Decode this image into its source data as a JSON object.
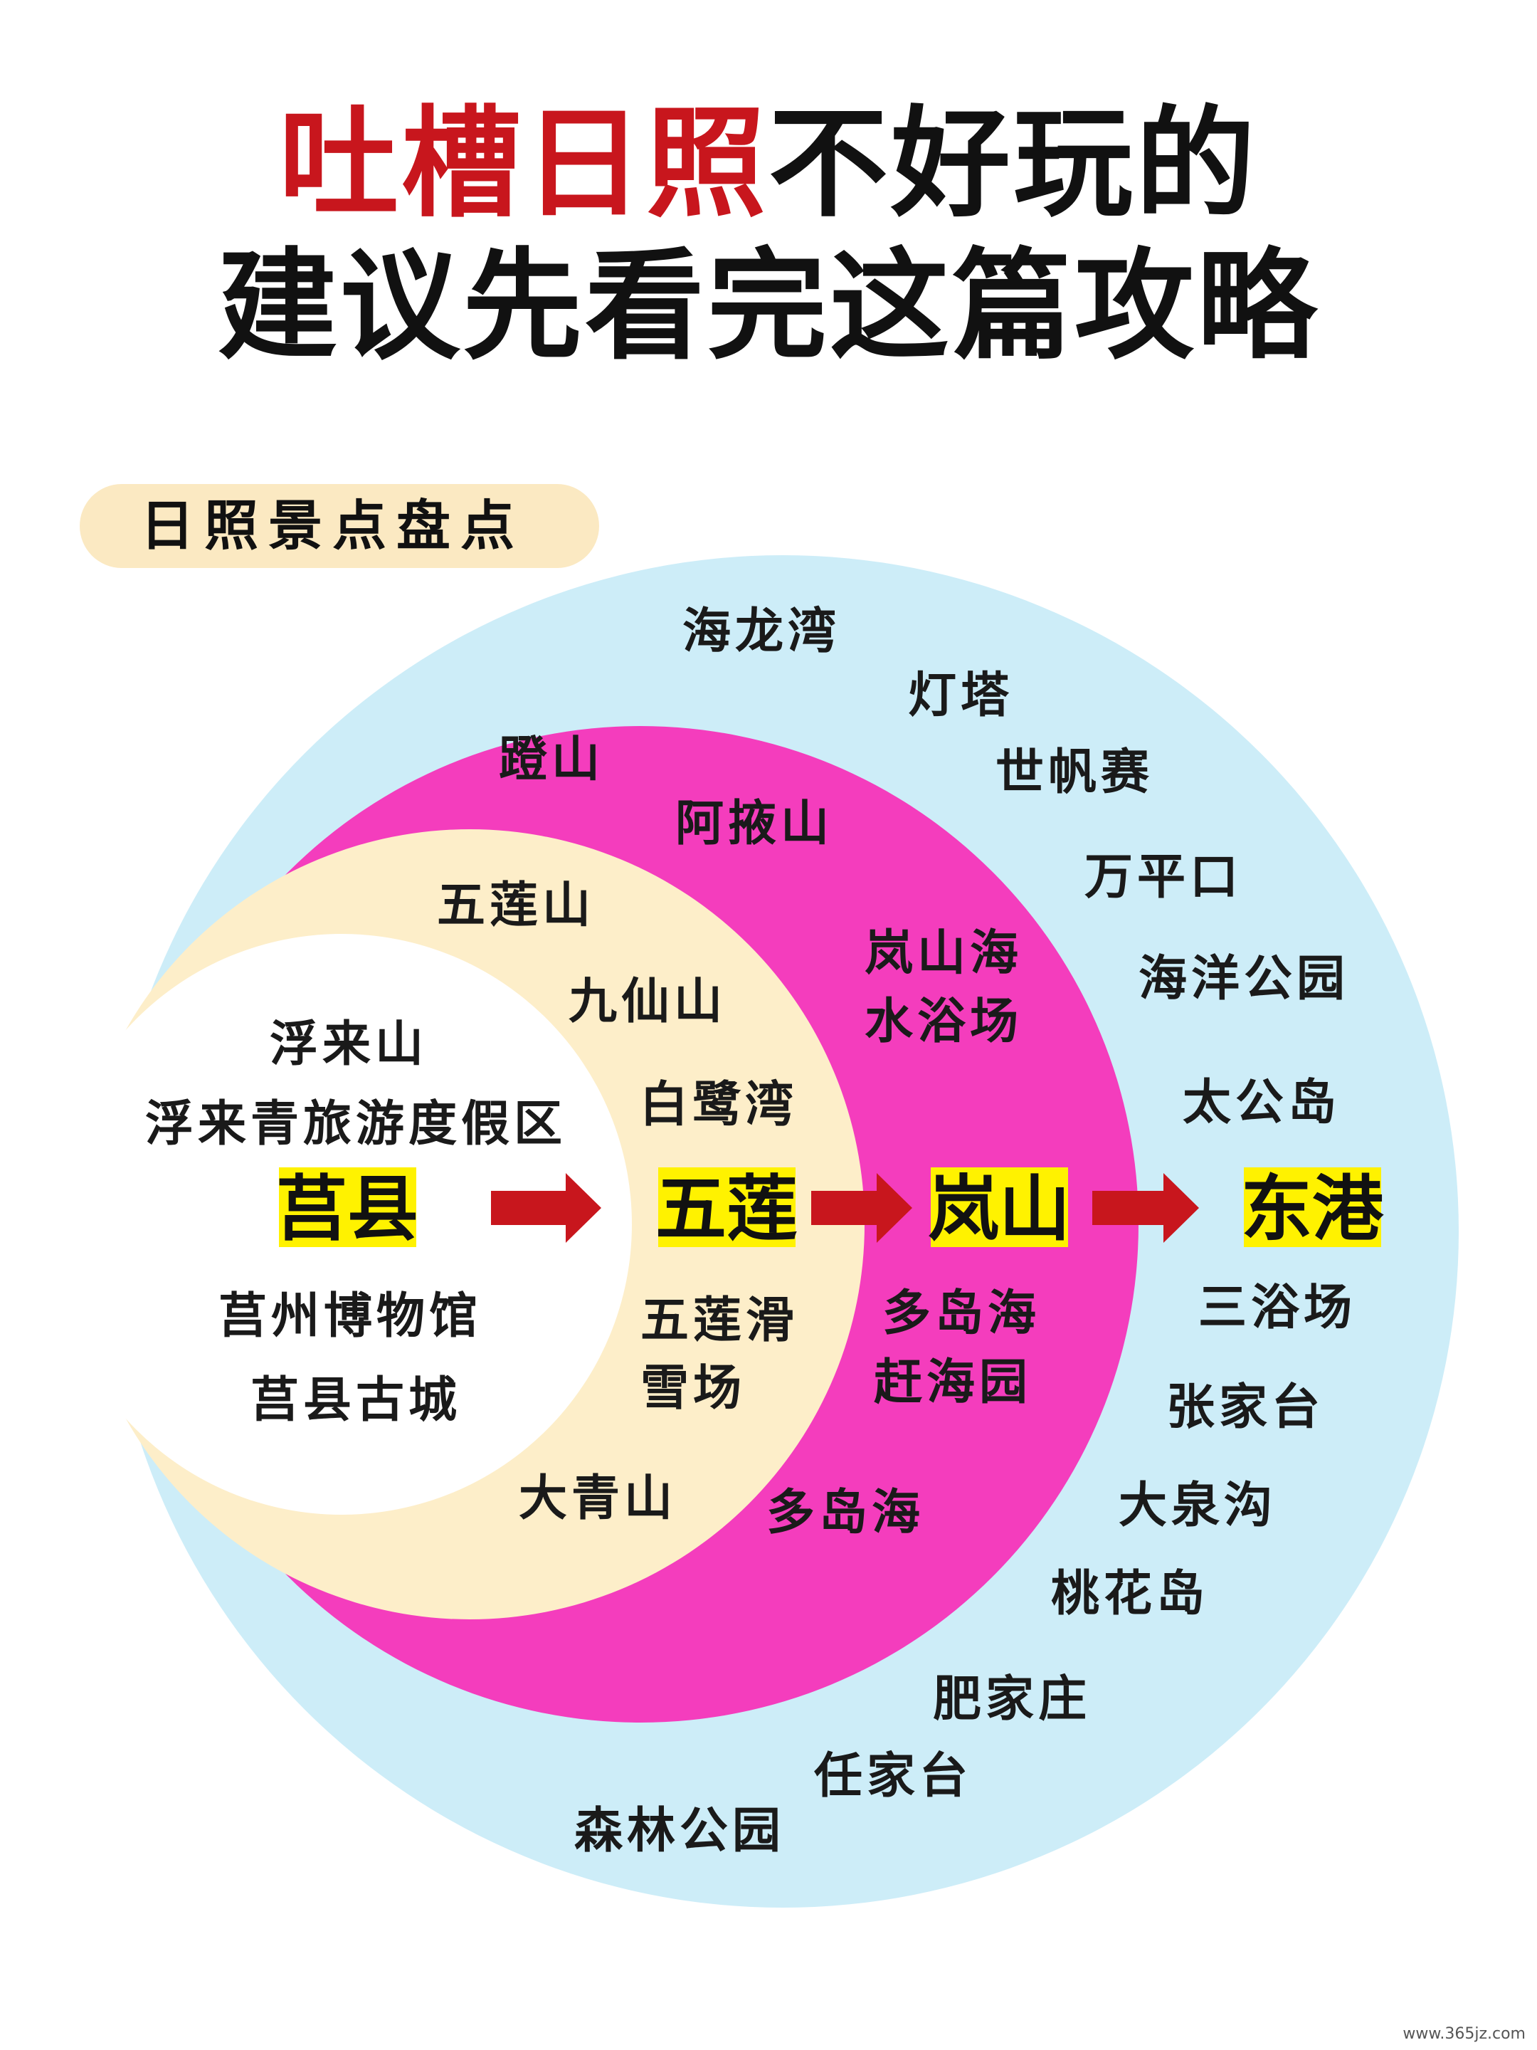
{
  "title": {
    "line1_highlight": "吐槽日照",
    "line1_rest": "不好玩的",
    "line2": "建议先看完这篇攻略",
    "highlight_color": "#c8161d"
  },
  "subtitle": "日照景点盘点",
  "colors": {
    "outer_ring": "#cdedf8",
    "pink_ring": "#f43dbd",
    "cream_ring": "#fdeec9",
    "inner": "#ffffff",
    "node_highlight": "#fff200",
    "arrow": "#c8161d"
  },
  "nodes": [
    "莒县",
    "五莲",
    "岚山",
    "东港"
  ],
  "zones": {
    "juxian": [
      "浮来山",
      "浮来青旅游度假区",
      "莒州博物馆",
      "莒县古城"
    ],
    "wulian": [
      "五莲山",
      "九仙山",
      "白鹭湾",
      "五莲滑",
      "雪场",
      "大青山"
    ],
    "lanshan": [
      "蹬山",
      "阿掖山",
      "岚山海",
      "水浴场",
      "多岛海",
      "赶海园",
      "多岛海"
    ],
    "donggang": [
      "海龙湾",
      "灯塔",
      "世帆赛",
      "万平口",
      "海洋公园",
      "太公岛",
      "三浴场",
      "张家台",
      "大泉沟",
      "桃花岛",
      "肥家庄",
      "任家台",
      "森林公园"
    ]
  },
  "watermark": "www.365jz.com"
}
